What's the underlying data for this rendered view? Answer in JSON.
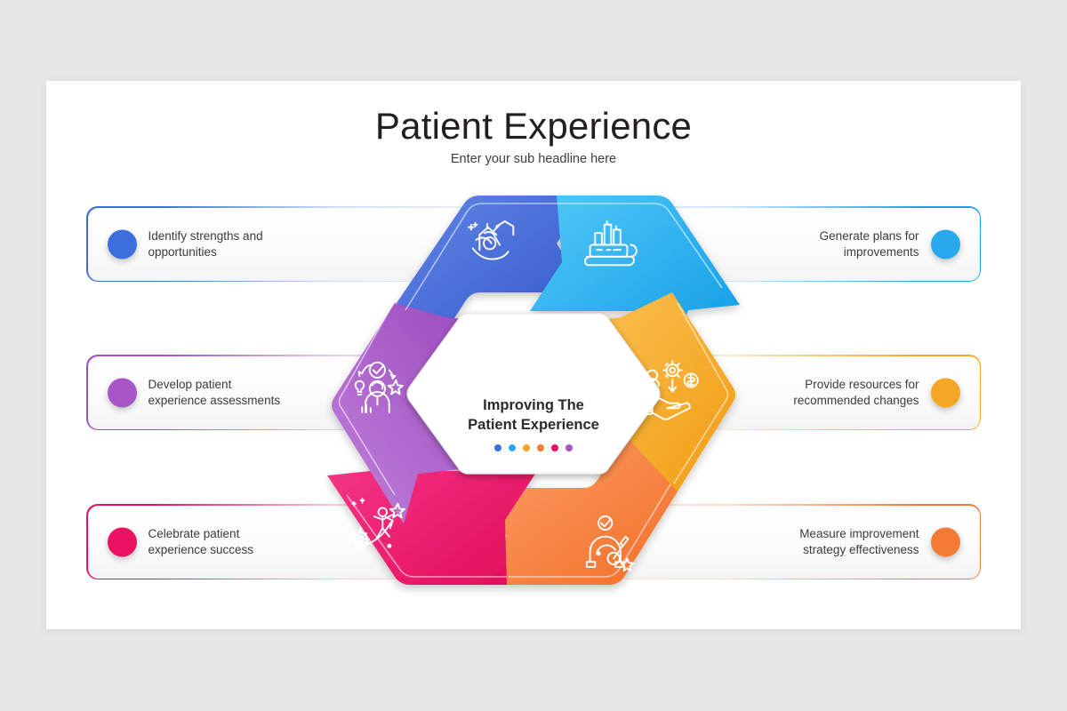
{
  "header": {
    "title": "Patient Experience",
    "subtitle": "Enter your sub headline here"
  },
  "center": {
    "text": "Improving The\nPatient Experience",
    "dot_colors": [
      "#3b6fdb",
      "#29a9ed",
      "#f5a623",
      "#f47b35",
      "#ed1164",
      "#a855c8"
    ]
  },
  "steps": [
    {
      "id": "identify-strengths",
      "label": "Identify strengths and\nopportunities",
      "side": "left",
      "color": "#3b6fdb",
      "gradient_from": "#5b7fe0",
      "gradient_to": "#3257c9",
      "icon": "strength-arm-icon",
      "position": "top-left"
    },
    {
      "id": "generate-plans",
      "label": "Generate plans for\nimprovements",
      "side": "right",
      "color": "#29a9ed",
      "gradient_from": "#4cc3f7",
      "gradient_to": "#139fe8",
      "icon": "plan-chart-icon",
      "position": "top-right"
    },
    {
      "id": "provide-resources",
      "label": "Provide resources  for\nrecommended changes",
      "side": "right",
      "color": "#f5a623",
      "gradient_from": "#fcbe4e",
      "gradient_to": "#f09e14",
      "icon": "hand-resources-icon",
      "position": "right"
    },
    {
      "id": "measure-improvement",
      "label": "Measure improvement\nstrategy effectiveness",
      "side": "right",
      "color": "#f47b35",
      "gradient_from": "#fc9a62",
      "gradient_to": "#f2722c",
      "icon": "gauge-meter-icon",
      "position": "bottom-right"
    },
    {
      "id": "celebrate-success",
      "label": "Celebrate patient\nexperience  success",
      "side": "left",
      "color": "#ed1164",
      "gradient_from": "#f6368a",
      "gradient_to": "#e30d5b",
      "icon": "success-climb-icon",
      "position": "bottom-left"
    },
    {
      "id": "develop-assessments",
      "label": "Develop patient\nexperience  assessments",
      "side": "left",
      "color": "#a855c8",
      "gradient_from": "#bd7ad6",
      "gradient_to": "#9a45bd",
      "icon": "assessment-person-icon",
      "position": "left"
    }
  ],
  "rows": [
    {
      "left_index": 0,
      "right_index": 1
    },
    {
      "left_index": 5,
      "right_index": 2
    },
    {
      "left_index": 4,
      "right_index": 3
    }
  ]
}
